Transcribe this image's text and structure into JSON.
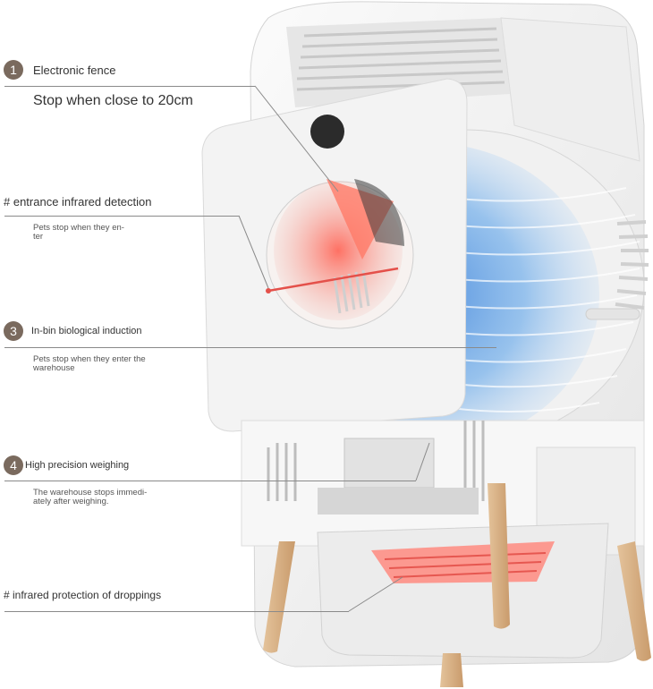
{
  "callouts": {
    "c1": {
      "number": "1",
      "title": "Electronic fence",
      "detail": "Stop when close to 20cm"
    },
    "c2": {
      "title": "# entrance infrared detection",
      "detail_line1": "Pets stop when they en-",
      "detail_line2": "ter"
    },
    "c3": {
      "number": "3",
      "title": "In-bin biological induction",
      "detail_line1": "Pets stop when they enter the",
      "detail_line2": "warehouse"
    },
    "c4": {
      "number": "4",
      "title": "High precision weighing",
      "detail_line1": "The warehouse stops immedi-",
      "detail_line2": "ately after weighing."
    },
    "c5": {
      "title": "# infrared protection of droppings"
    }
  },
  "colors": {
    "badge": "#7a6a5e",
    "accent_blue": "#3f86d8",
    "infrared_red": "#e4504a",
    "wood": "#d8b48a"
  }
}
